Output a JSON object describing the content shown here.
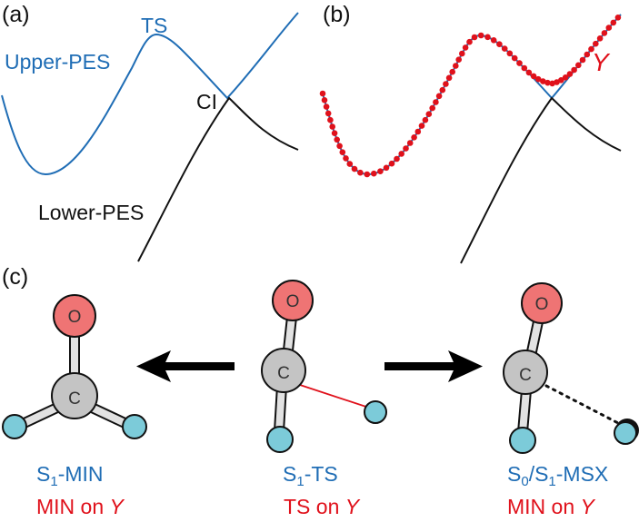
{
  "colors": {
    "upper_pes": "#1f6db5",
    "lower_pes": "#111111",
    "y_function": "#e0111b",
    "oxygen": "#ef7474",
    "carbon": "#c4c4c4",
    "hydrogen": "#7ccbd9",
    "bond": "#e2e2e2",
    "outline": "#111111",
    "caption_blue": "#1f6db5",
    "caption_red": "#e0111b"
  },
  "panel_a": {
    "label": "(a)",
    "upper_pes_label": "Upper-PES",
    "ts_label": "TS",
    "ci_label": "CI",
    "lower_pes_label": "Lower-PES"
  },
  "panel_b": {
    "label": "(b)",
    "y_label": "Y"
  },
  "panel_c": {
    "label": "(c)",
    "arrows": [
      {
        "direction": "left",
        "from": "S1-TS",
        "to": "S1-MIN"
      },
      {
        "direction": "right",
        "from": "S1-TS",
        "to": "S0/S1-MSX"
      }
    ],
    "molecules": [
      {
        "name": "S1-MIN",
        "atoms": {
          "O": "O",
          "C": "C"
        },
        "caption_blue": {
          "main": "S",
          "sub": "1",
          "rest": "-MIN"
        },
        "caption_red": {
          "pre": "MIN on ",
          "italic": "Y"
        },
        "hh_bond": "none"
      },
      {
        "name": "S1-TS",
        "atoms": {
          "O": "O",
          "C": "C"
        },
        "caption_blue": {
          "main": "S",
          "sub": "1",
          "rest": "-TS"
        },
        "caption_red": {
          "pre": "TS on ",
          "italic": "Y"
        },
        "hh_bond": "red-line"
      },
      {
        "name": "S0/S1-MSX",
        "atoms": {
          "O": "O",
          "C": "C"
        },
        "caption_blue": {
          "main": "S",
          "sub": "0",
          "mid": "/S",
          "sub2": "1",
          "rest": "-MSX"
        },
        "caption_red": {
          "pre": "MIN on ",
          "italic": "Y"
        },
        "hh_bond": "dotted"
      }
    ]
  }
}
